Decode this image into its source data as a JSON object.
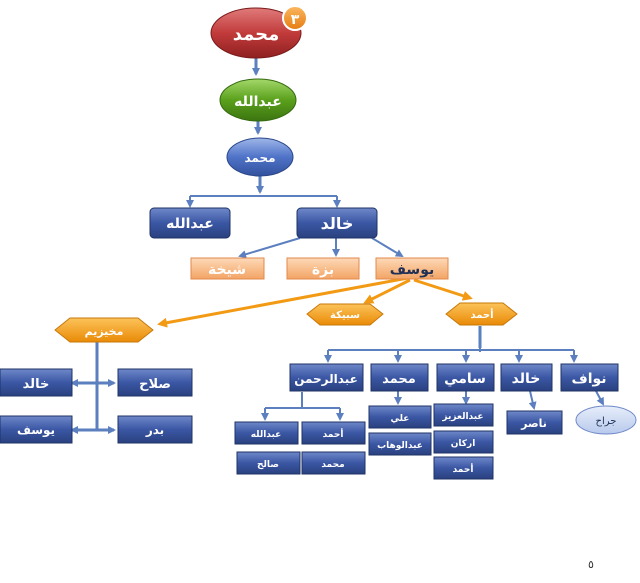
{
  "badge": "٣",
  "root": "محمد",
  "gen2": "عبدالله",
  "gen3": "محمد",
  "gen4": {
    "left": "عبدالله",
    "right": "خالد"
  },
  "khalid_children": {
    "shaikha": "شيخة",
    "bazza": "بزة",
    "yousef": "يوسف"
  },
  "yousef_children": {
    "mukhaizim": "مخيزيم",
    "subaika": "سبيكة",
    "ahmad": "أحمد"
  },
  "mukhaizim_children": {
    "salah": "صلاح",
    "khalid": "خالد",
    "badr": "بدر",
    "yousef": "يوسف"
  },
  "ahmad_children": {
    "abdulrahman": "عبدالرحمن",
    "mohammad": "محمد",
    "sami": "سامي",
    "khalid": "خالد",
    "nawaf": "نواف"
  },
  "abdulrahman_children": {
    "ahmad": "أحمد",
    "abdullah": "عبدالله",
    "mohammad": "محمد",
    "saleh": "صالح"
  },
  "mohammad_children": {
    "ali": "علي",
    "abdulwahab": "عبدالوهاب"
  },
  "sami_children": {
    "abdulaziz": "عبدالعزيز",
    "arkan": "اركان",
    "ahmad": "أحمد"
  },
  "khalid_child": "ناصر",
  "nawaf_child": "جراح",
  "page_number": "٥",
  "colors": {
    "root_red": "#c23b3b",
    "green": "#5aa01c",
    "blue_oval": "#4f73c8",
    "navy_box": "#3b57a4",
    "peach_box": "#f6b583",
    "orange_shape": "#f39a14",
    "arrow_blue": "#5b7fbf",
    "arrow_orange": "#f39a14"
  }
}
